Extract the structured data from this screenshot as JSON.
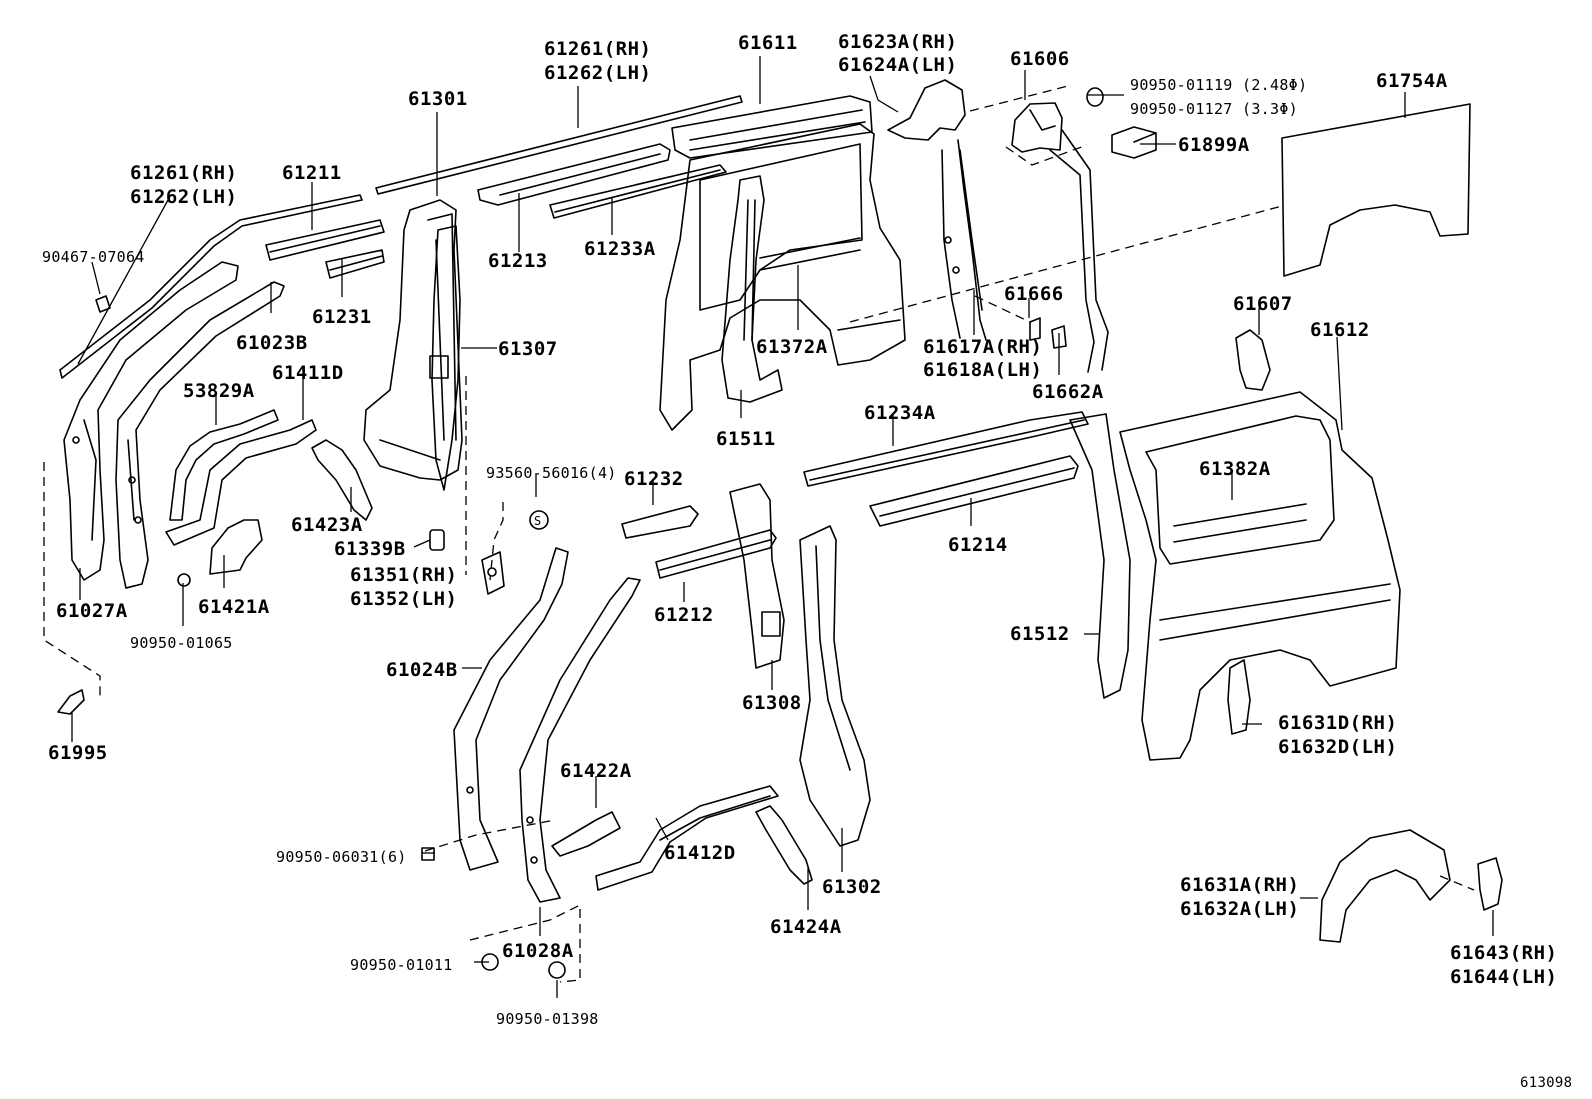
{
  "diagram_code": "613098",
  "labels": {
    "l61261a": "61261(RH)",
    "l61262a": "61262(LH)",
    "l61611": "61611",
    "l61623a": "61623A(RH)",
    "l61624a": "61624A(LH)",
    "l61606": "61606",
    "l9095001119": "90950-01119",
    "l248": "(2.48Φ)",
    "l9095001127": "90950-01127",
    "l33": "(3.3Φ)",
    "l61754a": "61754A",
    "l61899a": "61899A",
    "l61301": "61301",
    "l61261b": "61261(RH)",
    "l61262b": "61262(LH)",
    "l61211": "61211",
    "l9046707064": "90467-07064",
    "l61213": "61213",
    "l61233a": "61233A",
    "l61231": "61231",
    "l61023b": "61023B",
    "l61307": "61307",
    "l61372a": "61372A",
    "l61666": "61666",
    "l61617a": "61617A(RH)",
    "l61618a": "61618A(LH)",
    "l61662a": "61662A",
    "l61607": "61607",
    "l61612": "61612",
    "l53829a": "53829A",
    "l61411d": "61411D",
    "l61511": "61511",
    "l61234a": "61234A",
    "l61382a": "61382A",
    "l61423a": "61423A",
    "l9356056016": "93560-56016(4)",
    "l61232": "61232",
    "l61339b": "61339B",
    "l61351": "61351(RH)",
    "l61352": "61352(LH)",
    "l61214": "61214",
    "l61027a": "61027A",
    "l61421a": "61421A",
    "l9095001065": "90950-01065",
    "l61212": "61212",
    "l61512": "61512",
    "l61024b": "61024B",
    "l61308": "61308",
    "l61631d": "61631D(RH)",
    "l61632d": "61632D(LH)",
    "l61995": "61995",
    "l61422a": "61422A",
    "l61412d": "61412D",
    "l9095006031": "90950-06031(6)",
    "l61302": "61302",
    "l61631a": "61631A(RH)",
    "l61632a": "61632A(LH)",
    "l61424a": "61424A",
    "l61028a": "61028A",
    "l61643": "61643(RH)",
    "l61644": "61644(LH)",
    "l9095001011": "90950-01011",
    "l9095001398": "90950-01398",
    "s_mark": "S"
  }
}
